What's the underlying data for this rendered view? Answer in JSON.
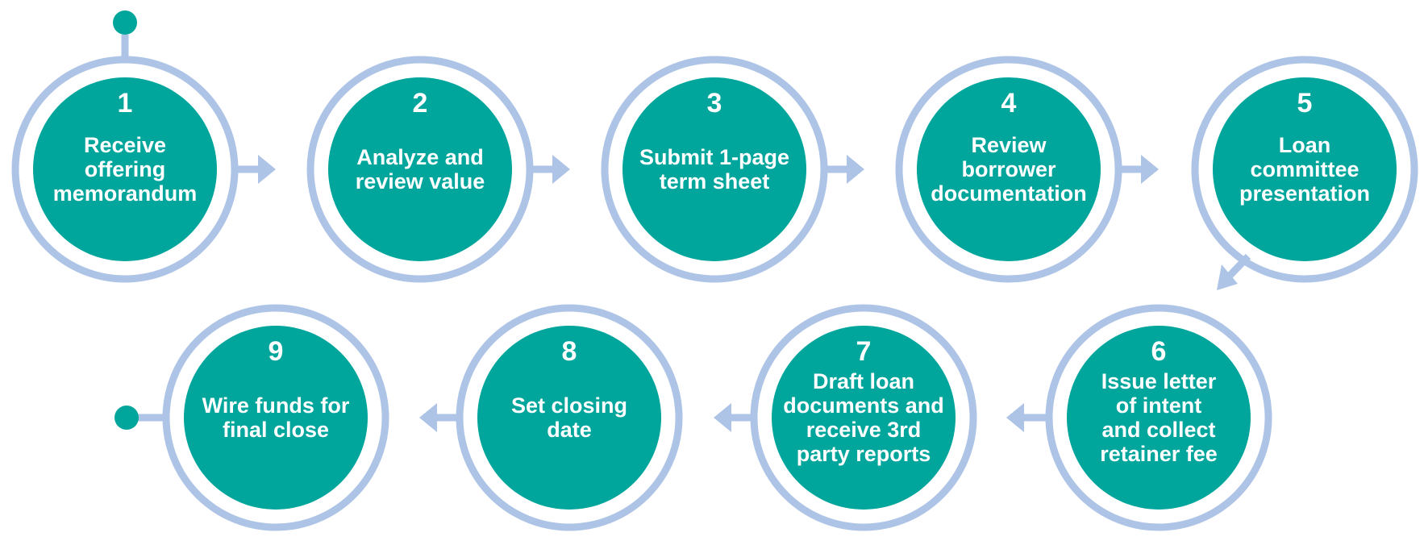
{
  "colors": {
    "circle_fill": "#00a59c",
    "ring": "#aec4e6",
    "dot": "#00a59c",
    "text": "#ffffff"
  },
  "steps": [
    {
      "number": "1",
      "lines": [
        "Receive",
        "offering",
        "memorandum"
      ]
    },
    {
      "number": "2",
      "lines": [
        "Analyze and",
        "review value"
      ]
    },
    {
      "number": "3",
      "lines": [
        "Submit 1-page",
        "term sheet"
      ]
    },
    {
      "number": "4",
      "lines": [
        "Review",
        "borrower",
        "documentation"
      ]
    },
    {
      "number": "5",
      "lines": [
        "Loan",
        "committee",
        "presentation"
      ]
    },
    {
      "number": "6",
      "lines": [
        "Issue letter",
        "of intent",
        "and collect",
        "retainer fee"
      ]
    },
    {
      "number": "7",
      "lines": [
        "Draft loan",
        "documents and",
        "receive 3rd",
        "party reports"
      ]
    },
    {
      "number": "8",
      "lines": [
        "Set closing",
        "date"
      ]
    },
    {
      "number": "9",
      "lines": [
        "Wire funds for",
        "final close"
      ]
    }
  ]
}
